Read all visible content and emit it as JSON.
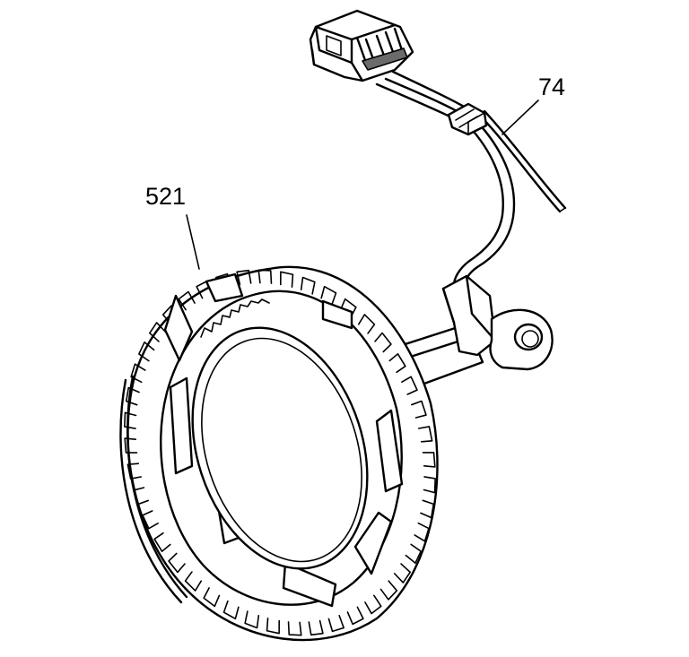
{
  "diagram": {
    "callouts": [
      {
        "id": "sensor_ring",
        "label": "521"
      },
      {
        "id": "wiring_harness",
        "label": "74"
      }
    ]
  }
}
